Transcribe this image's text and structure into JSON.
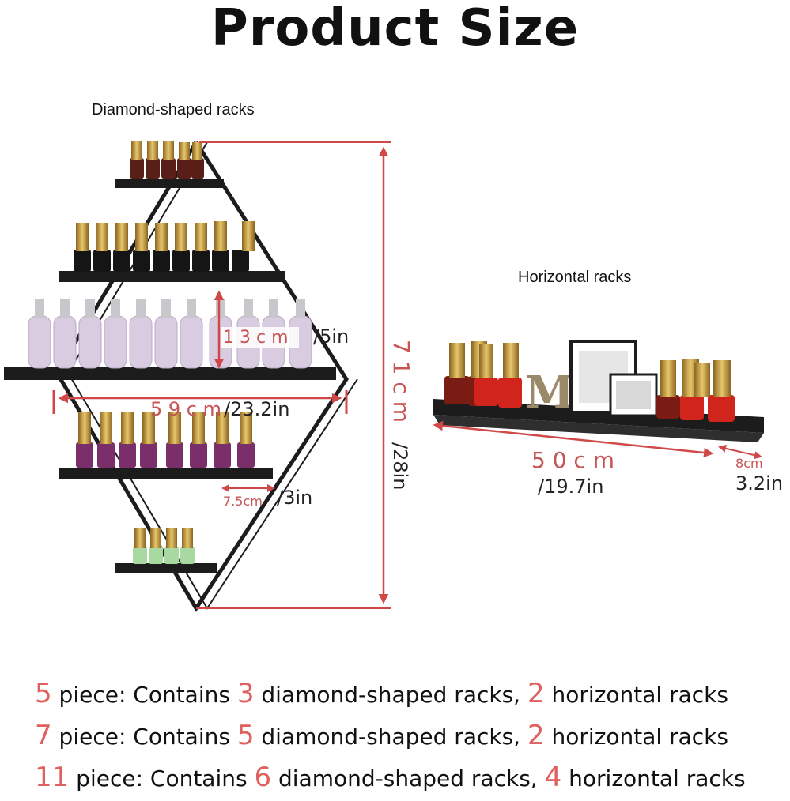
{
  "title": "Product Size",
  "diamond": {
    "label": "Diamond-shaped racks",
    "height_cm": "7 1 c m",
    "height_in": "/28in",
    "width_cm": "5 9 c m",
    "width_in": "/23.2in",
    "bottle_cm": "1 3 c m",
    "bottle_in": "/5in",
    "depth_cm": "7.5cm",
    "depth_in": "/3in"
  },
  "horizontal": {
    "label": "Horizontal racks",
    "length_cm": "5 0 c m",
    "length_in": "/19.7in",
    "depth_cm": "8cm",
    "depth_in": "3.2in"
  },
  "pieces": [
    {
      "count": "5",
      "text1": " piece: Contains ",
      "diamond_count": "3",
      "text2": " diamond-shaped racks, ",
      "horizontal_count": "2",
      "text3": " horizontal racks"
    },
    {
      "count": "7",
      "text1": " piece: Contains ",
      "diamond_count": "5",
      "text2": " diamond-shaped racks, ",
      "horizontal_count": "2",
      "text3": " horizontal racks"
    },
    {
      "count": "11",
      "text1": " piece: Contains ",
      "diamond_count": "6",
      "text2": " diamond-shaped racks, ",
      "horizontal_count": "4",
      "text3": " horizontal racks"
    }
  ],
  "colors": {
    "accent": "#e06060",
    "dimension_line": "#d04848",
    "shelf": "#1c1c1c"
  }
}
